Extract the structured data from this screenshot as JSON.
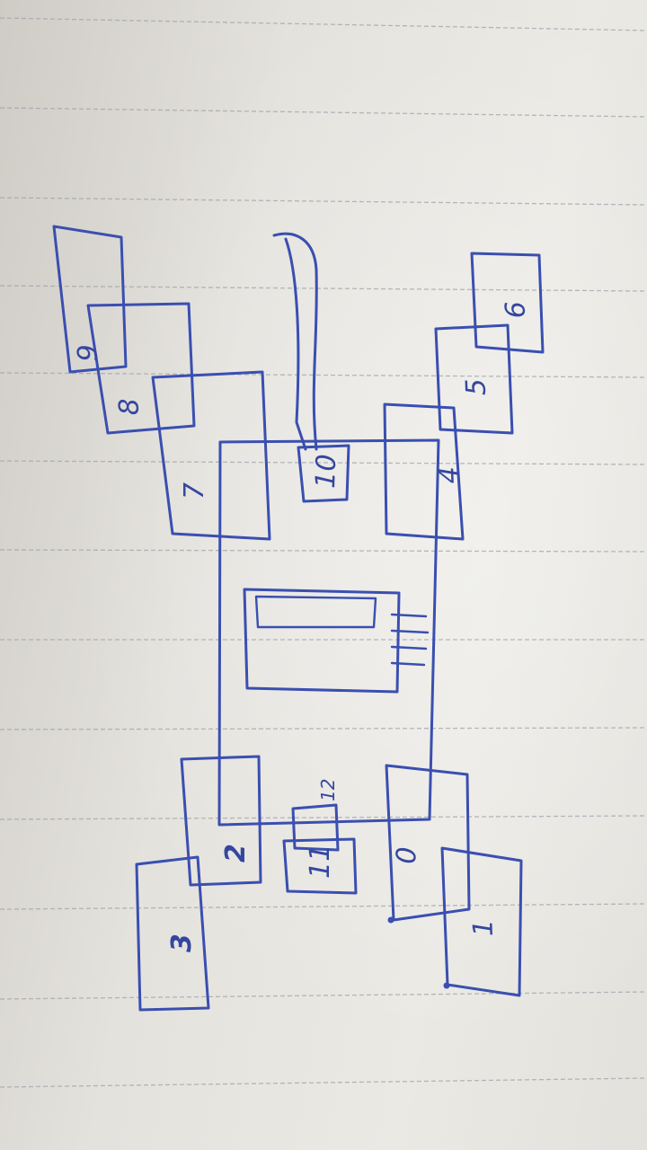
{
  "labels": {
    "b0": "0",
    "b1": "1",
    "b2": "2",
    "b3": "3",
    "b4": "4",
    "b5": "5",
    "b6": "6",
    "b7": "7",
    "b8": "8",
    "b9": "9",
    "b10": "10",
    "b11": "11",
    "b12": "12"
  },
  "colors": {
    "ink": "#3a4fb0",
    "paper": "#e6e4df",
    "rule": "#9aa0a8"
  }
}
